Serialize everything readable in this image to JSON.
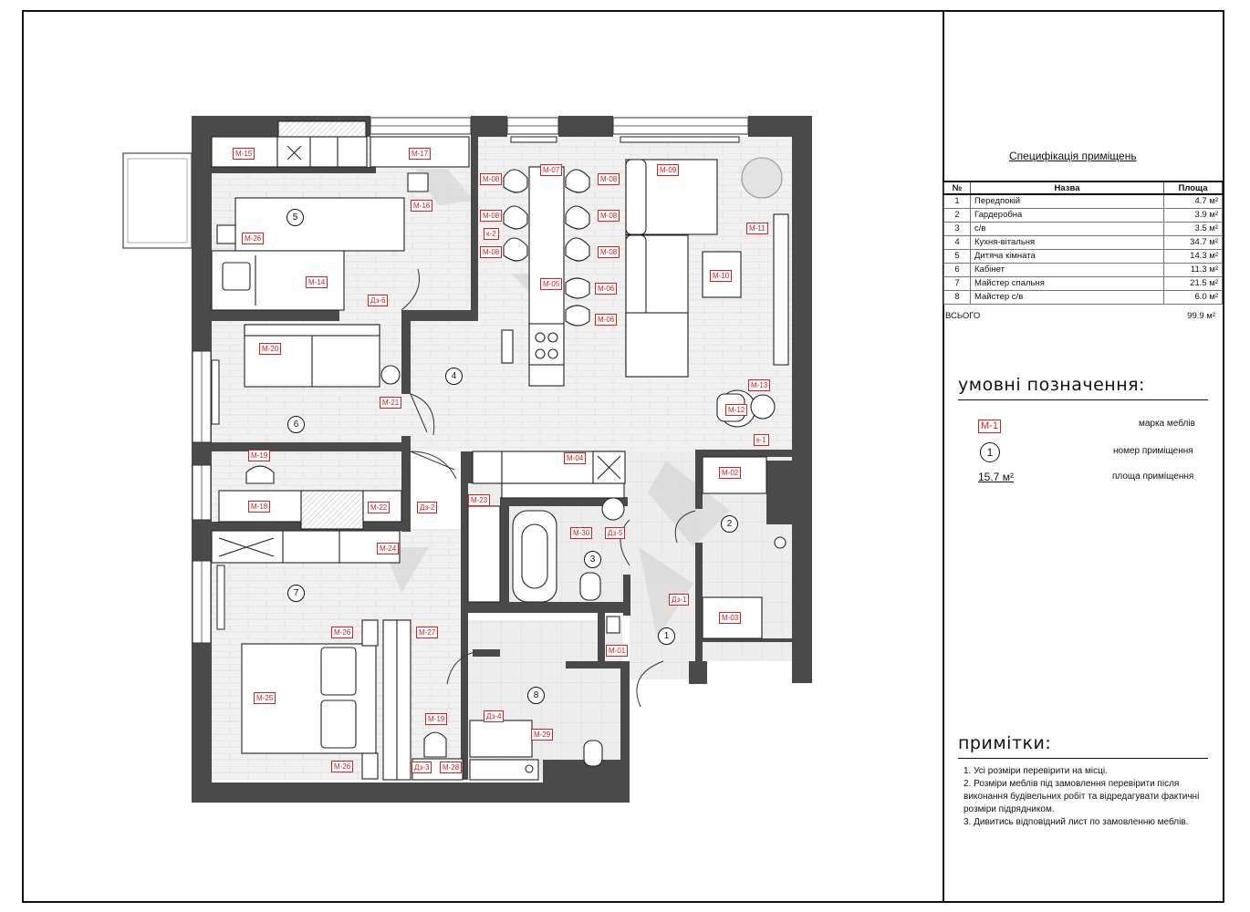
{
  "spec": {
    "title": "Специфікація приміщень",
    "headers": [
      "№",
      "Назва",
      "Площа"
    ],
    "rows": [
      {
        "n": "1",
        "name": "Передпокій",
        "area": "4.7 м²"
      },
      {
        "n": "2",
        "name": "Гардеробна",
        "area": "3.9 м²"
      },
      {
        "n": "3",
        "name": "с/в",
        "area": "3.5 м²"
      },
      {
        "n": "4",
        "name": "Кухня-вітальня",
        "area": "34.7 м²"
      },
      {
        "n": "5",
        "name": "Дитяча кімната",
        "area": "14.3 м²"
      },
      {
        "n": "6",
        "name": "Кабінет",
        "area": "11.3 м²"
      },
      {
        "n": "7",
        "name": "Майстер спальня",
        "area": "21.5 м²"
      },
      {
        "n": "8",
        "name": "Майстер с/в",
        "area": "6.0 м²"
      }
    ],
    "total_label": "ВСЬОГО",
    "total_value": "99.9 м²"
  },
  "legend": {
    "title": "умовні позначення:",
    "furniture_sample": "М-1",
    "furniture_label": "марка меблів",
    "room_sample": "1",
    "room_label": "номер приміщення",
    "area_sample": "15.7 м²",
    "area_label": "площа приміщення"
  },
  "notes": {
    "title": "примітки:",
    "items": [
      "1. Усі розміри перевірити на місці.",
      "2. Розміри меблів під замовлення перевірити після виконання будівельних робіт та відредагувати фактичні розміри підрядником.",
      "3. Дивитись відповідний лист по замовленню меблів."
    ]
  },
  "plan": {
    "room_numbers": [
      "1",
      "2",
      "3",
      "4",
      "5",
      "6",
      "7",
      "8"
    ],
    "markers": [
      "М-15",
      "М-17",
      "М-16",
      "М-26",
      "М-14",
      "Дз-6",
      "М-08",
      "М-07",
      "М-09",
      "М-08",
      "М-08",
      "М-08",
      "М-08",
      "М-08",
      "к-2",
      "М-11",
      "М-05",
      "М-06",
      "М-06",
      "М-10",
      "М-20",
      "М-21",
      "М-13",
      "М-12",
      "к-1",
      "М-04",
      "М-19",
      "М-18",
      "М-22",
      "Дз-2",
      "М-23",
      "М-02",
      "М-30",
      "Дз-5",
      "М-24",
      "Дз-1",
      "М-03",
      "М-26",
      "М-27",
      "М-01",
      "М-25",
      "Дз-4",
      "М-29",
      "М-19",
      "М-26",
      "Дз-3",
      "М-28"
    ]
  },
  "colors": {
    "wall": "#4a4a4a",
    "marker": "#d42020",
    "floor": "#ececec"
  }
}
